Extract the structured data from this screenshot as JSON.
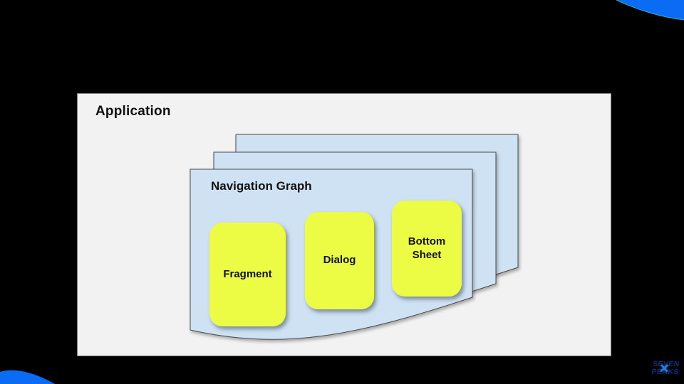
{
  "slide": {
    "background_color": "#000000",
    "accent_blue": "#0A6CF5",
    "accent_teal": "#3ADCE8"
  },
  "application_panel": {
    "title": "Application",
    "background_color": "#F2F2F2",
    "border_color": "#7D7D7D"
  },
  "navigation_graph": {
    "title": "Navigation Graph",
    "stacked_sheet_count": 3,
    "sheet_fill_color": "#CFE2F3",
    "sheet_border_color": "#4A4A4A",
    "destination_fill_color": "#ECFB43",
    "destinations": [
      {
        "label": "Fragment"
      },
      {
        "label": "Dialog"
      },
      {
        "label": "Bottom Sheet"
      }
    ]
  },
  "logo": {
    "line1": "SEVEN",
    "line2": "PEAKS",
    "text_color": "#152A7E",
    "x_accent_color": "#1F7CF2"
  }
}
